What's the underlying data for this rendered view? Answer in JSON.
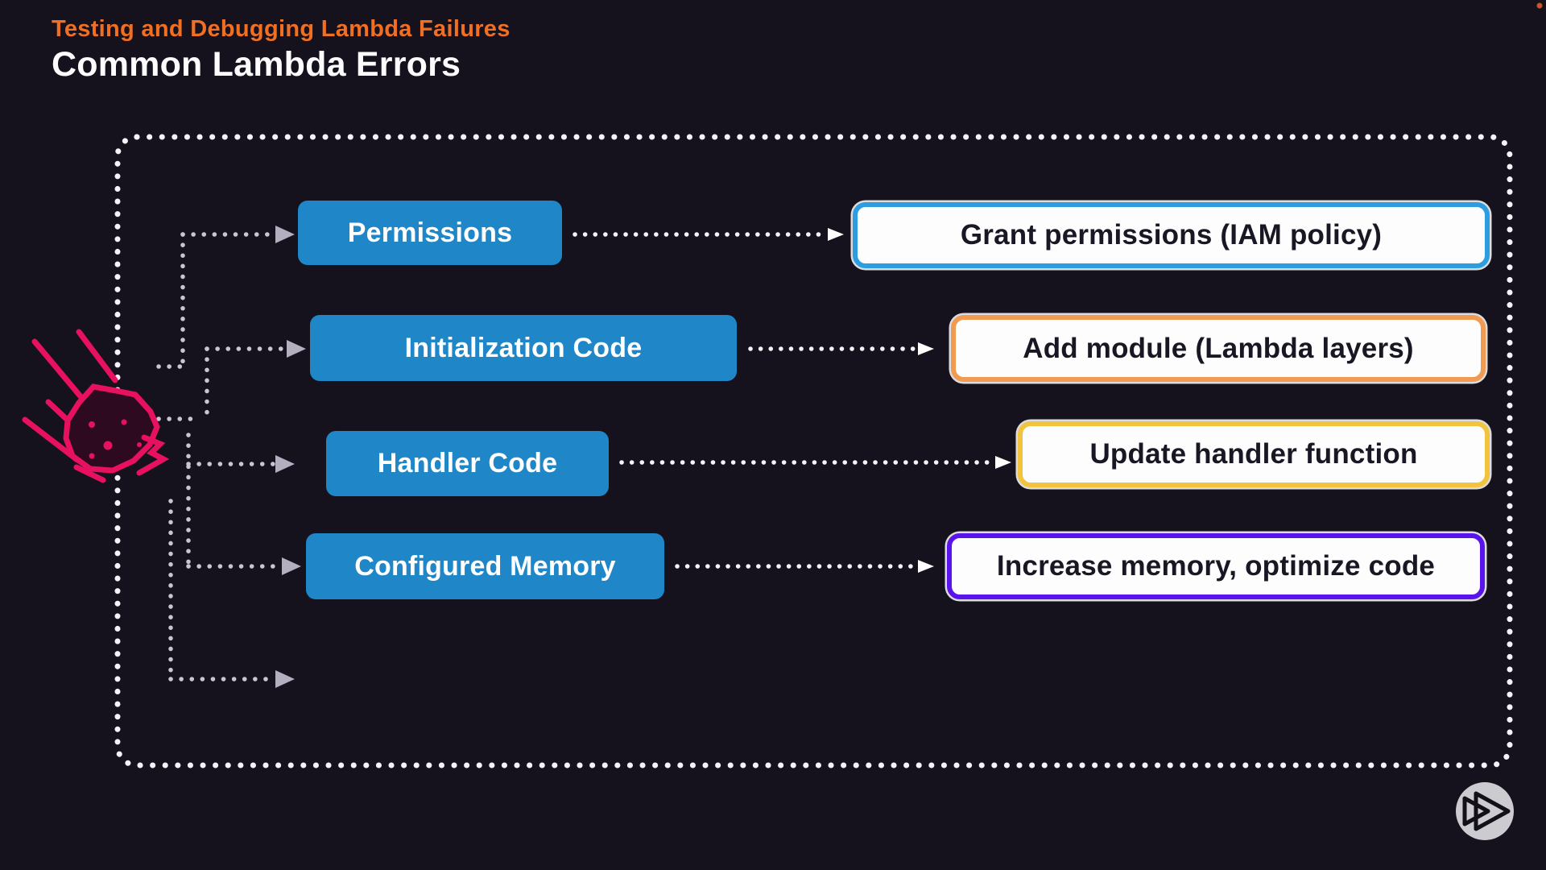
{
  "slide": {
    "kicker": "Testing and Debugging Lambda Failures",
    "title": "Common Lambda Errors"
  },
  "diagram": {
    "rows": [
      {
        "error": "Permissions",
        "fix": "Grant permissions (IAM policy)",
        "fix_border": "#2b9de0"
      },
      {
        "error": "Initialization Code",
        "fix": "Add module (Lambda layers)",
        "fix_border": "#f09a52"
      },
      {
        "error": "Handler Code",
        "fix": "Update handler function",
        "fix_border": "#f2c33f"
      },
      {
        "error": "Configured Memory",
        "fix": "Increase memory, optimize code",
        "fix_border": "#5a13ea"
      }
    ]
  },
  "colors": {
    "background": "#15111d",
    "kicker_text": "#f06f23",
    "title_text": "#fcfcfd",
    "error_box_bg": "#1f86c7",
    "error_box_text": "#ffffff",
    "fix_box_bg": "#fdfdfe",
    "fix_box_text": "#191723",
    "container_dots": "#f4f3f8",
    "tree_dots": "#c8c6d5",
    "tree_arrow": "#b2b0c0",
    "connector_dots": "#f4f3f8",
    "connector_arrow": "#ffffff",
    "meteor": "#e8115f",
    "logo_circle": "#cbcbd0",
    "record_dot": "#c9542c"
  },
  "icons": {
    "meteor": "meteor-icon",
    "logo": "pluralsight-play-logo",
    "record": "record-dot"
  }
}
